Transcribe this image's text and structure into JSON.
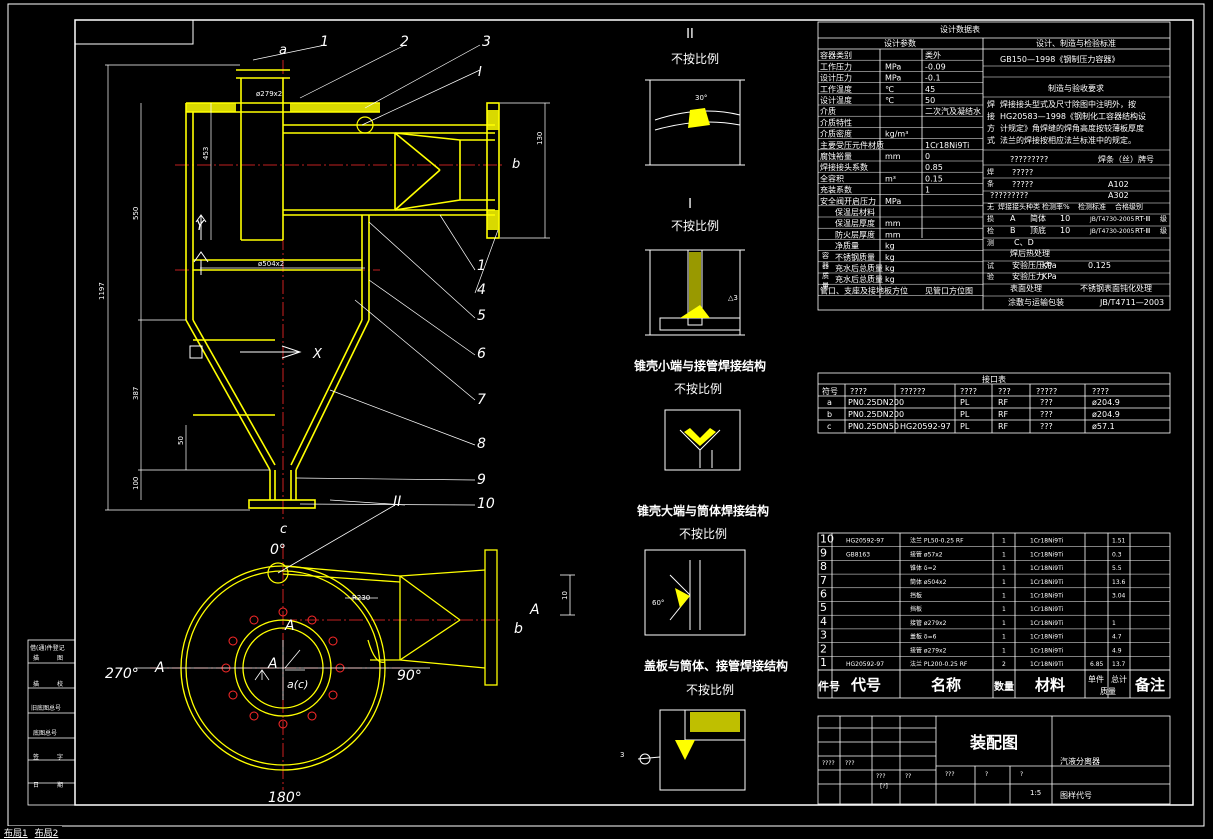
{
  "sheet_tabs": [
    "布局1",
    "布局2"
  ],
  "colors": {
    "bg": "#000000",
    "line": "#ffffff",
    "yellow": "#ffff00",
    "red": "#ff2a2a",
    "green": "#00ff00",
    "cyan": "#00ffff"
  },
  "front_view": {
    "part_numbers": [
      "1",
      "2",
      "3",
      "1",
      "4",
      "5",
      "6",
      "7",
      "8",
      "9",
      "10"
    ],
    "markers": {
      "a": "a",
      "b": "b",
      "c": "c",
      "I": "I",
      "II": "II",
      "Y": "Y",
      "X": "X"
    },
    "dims": {
      "h1197": "1197",
      "h550": "550",
      "h453": "453",
      "h387": "387",
      "h50": "50",
      "h100": "100",
      "h130": "130",
      "pipe": "ø279x2",
      "shell": "ø504x2"
    }
  },
  "top_view": {
    "angles": [
      "0°",
      "90°",
      "180°",
      "270°"
    ],
    "sections": {
      "A_left": "A",
      "A_right": "A",
      "A_top": "A",
      "A_center": "A",
      "ac": "a(c)",
      "b": "b",
      "II": "II"
    },
    "dims": {
      "r230": "R230",
      "d10": "10"
    }
  },
  "details": [
    {
      "title": "",
      "roman": "II",
      "note": "不按比例",
      "dim": "30°"
    },
    {
      "title": "",
      "roman": "I",
      "note": "不按比例",
      "dim": "△3"
    },
    {
      "title": "锥壳小端与接管焊接结构",
      "note": "不按比例"
    },
    {
      "title": "锥壳大端与筒体焊接结构",
      "note": "不按比例",
      "dim": "60°"
    },
    {
      "title": "盖板与筒体、接管焊接结构",
      "note": "不按比例",
      "dim": "3"
    }
  ],
  "design_table": {
    "title": "设计数据表",
    "col_left": "设计参数",
    "col_right": "设计、制造与检验标准",
    "std": "GB150—1998《钢制压力容器》",
    "mfg_title": "制造与验收要求",
    "left_rows": [
      [
        "容器类别",
        "",
        "类外"
      ],
      [
        "工作压力",
        "MPa",
        "-0.09"
      ],
      [
        "设计压力",
        "MPa",
        "-0.1"
      ],
      [
        "工作温度",
        "℃",
        "45"
      ],
      [
        "设计温度",
        "℃",
        "50"
      ],
      [
        "介质",
        "",
        "二次汽及凝结水"
      ],
      [
        "介质特性",
        "",
        ""
      ],
      [
        "介质密度",
        "kg/m³",
        ""
      ],
      [
        "主要受压元件材质",
        "",
        "1Cr18Ni9Ti"
      ],
      [
        "腐蚀裕量",
        "mm",
        "0"
      ],
      [
        "焊接接头系数",
        "",
        "0.85"
      ],
      [
        "全容积",
        "m³",
        "0.15"
      ],
      [
        "充装系数",
        "",
        "1"
      ],
      [
        "安全阀开启压力",
        "MPa",
        ""
      ],
      [
        "保温层材料",
        "",
        ""
      ],
      [
        "保温层厚度",
        "mm",
        ""
      ],
      [
        "防火层厚度",
        "mm",
        ""
      ],
      [
        "净质量",
        "kg",
        ""
      ],
      [
        "不锈钢质量",
        "kg",
        ""
      ],
      [
        "充水后总质量",
        "kg",
        ""
      ],
      [
        "充水后总质量",
        "kg",
        ""
      ],
      [
        "管口、支座及接地板方位",
        "见管口方位图",
        ""
      ]
    ],
    "weld_text": [
      "焊接接头型式及尺寸除图中注明外，按",
      "HG20583—1998《钢制化工容器结构设",
      "计规定》角焊缝的焊角高度按较薄板厚度",
      "法兰的焊接按相应法兰标准中的规定。"
    ],
    "weld_side": [
      "焊",
      "接",
      "方",
      "式"
    ],
    "weld_hdr": [
      "?????????",
      "焊条（丝）牌号"
    ],
    "weld_rows": [
      [
        "?????",
        ""
      ],
      [
        "?????",
        "A102"
      ],
      [
        "?????????",
        "A302"
      ]
    ],
    "ndt_hdr": [
      "焊接接头种类",
      "检测率%",
      "检测标准",
      "合格级别"
    ],
    "ndt_rows": [
      [
        "A",
        "简体",
        "10",
        "JB/T4730-2005",
        "RT-Ⅲ",
        "级"
      ],
      [
        "B",
        "顶底",
        "10",
        "JB/T4730-2005",
        "RT-Ⅲ",
        "级"
      ],
      [
        "C、D",
        "",
        "",
        "",
        "",
        ""
      ]
    ],
    "heat": "焊后热处理",
    "test_rows": [
      [
        "安验压压力",
        "KPa",
        "0.125"
      ],
      [
        "安验压力",
        "KPa",
        ""
      ]
    ],
    "surface": [
      "表面处理",
      "不锈钢表面钝化处理"
    ],
    "paint": [
      "涂敷与运输包装",
      "JB/T4711—2003"
    ],
    "side_marks": [
      "焊",
      "条",
      "无",
      "损",
      "检",
      "测",
      "容",
      "器",
      "质",
      "量",
      "试",
      "验"
    ]
  },
  "nozzle_table": {
    "title": "接口表",
    "headers": [
      "符号",
      "????",
      "??????",
      "????",
      "???",
      "?????",
      "????"
    ],
    "rows": [
      [
        "a",
        "PN0.25DN200",
        "",
        "PL",
        "RF",
        "???",
        "ø204.9"
      ],
      [
        "b",
        "PN0.25DN200",
        "",
        "PL",
        "RF",
        "???",
        "ø204.9"
      ],
      [
        "c",
        "PN0.25DN50",
        "HG20592-97",
        "PL",
        "RF",
        "???",
        "ø57.1"
      ]
    ]
  },
  "parts_list": {
    "rows": [
      [
        "10",
        "HG20592-97",
        "法兰 PL50-0.25 RF",
        "1",
        "1Cr18Ni9Ti",
        "",
        "1.51"
      ],
      [
        "9",
        "GB8163",
        "接管 ø57x2",
        "1",
        "1Cr18Ni9Ti",
        "",
        "0.3"
      ],
      [
        "8",
        "",
        "锥体 δ=2",
        "1",
        "1Cr18Ni9Ti",
        "",
        "5.5"
      ],
      [
        "7",
        "",
        "筒体 ø504x2",
        "1",
        "1Cr18Ni9Ti",
        "",
        "13.6"
      ],
      [
        "6",
        "",
        "挡板",
        "1",
        "1Cr18Ni9Ti",
        "",
        "3.04"
      ],
      [
        "5",
        "",
        "挡板",
        "1",
        "1Cr18Ni9Ti",
        "",
        ""
      ],
      [
        "4",
        "",
        "接管 ø279x2",
        "1",
        "1Cr18Ni9Ti",
        "",
        "1"
      ],
      [
        "3",
        "",
        "盖板 δ=6",
        "1",
        "1Cr18Ni9Ti",
        "",
        "4.7"
      ],
      [
        "2",
        "",
        "接管 ø279x2",
        "1",
        "1Cr18Ni9Ti",
        "",
        "4.9"
      ],
      [
        "1",
        "HG20592-97",
        "法兰 PL200-0.25 RF",
        "2",
        "1Cr18Ni9Ti",
        "6.85",
        "13.7"
      ]
    ],
    "header": [
      "件号",
      "代号",
      "名称",
      "数量",
      "材料",
      "单件",
      "总计",
      "质量",
      "备注"
    ]
  },
  "title_block": {
    "drawing": "装配图",
    "name": "汽液分离器",
    "code": "图样代号",
    "scale": "1:5",
    "small": [
      "????",
      "???",
      "???",
      "??",
      "[?]",
      "???",
      "?",
      "?"
    ]
  },
  "left_strip": [
    "借(通)件登记",
    "描　　　图",
    "描　　　校",
    "旧底图总号",
    "底图总号",
    "签　　　字",
    "日　　　期"
  ]
}
